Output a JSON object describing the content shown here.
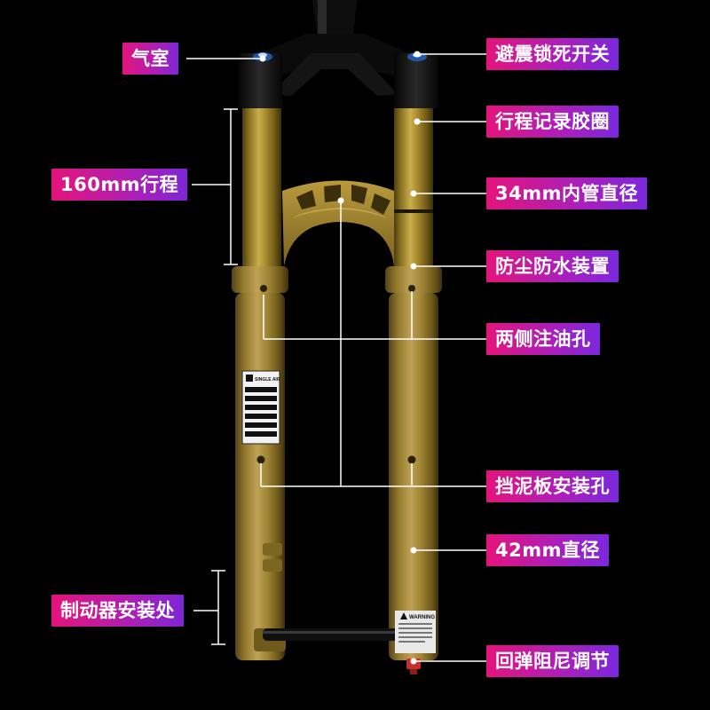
{
  "labels": {
    "air_chamber": "气室",
    "lockout_switch": "避震锁死开关",
    "travel_ring": "行程记录胶圈",
    "travel": "160mm行程",
    "stanchion_dia": "34mm内管直径",
    "dust_seal": "防尘防水装置",
    "oil_ports": "两侧注油孔",
    "fender_mount": "挡泥板安装孔",
    "lower_dia": "42mm直径",
    "brake_mount": "制动器安装处",
    "rebound": "回弹阻尼调节"
  },
  "sticker": {
    "brand": "SINGLE AIR",
    "warning": "WARNING"
  },
  "colors": {
    "background": "#000000",
    "tag_start": "#e4147c",
    "tag_end": "#7e26d8",
    "fork_gold": "#a58a2a",
    "crown_black": "#111111",
    "leader_line": "#ffffff",
    "rebound_knob": "#d0302a"
  }
}
